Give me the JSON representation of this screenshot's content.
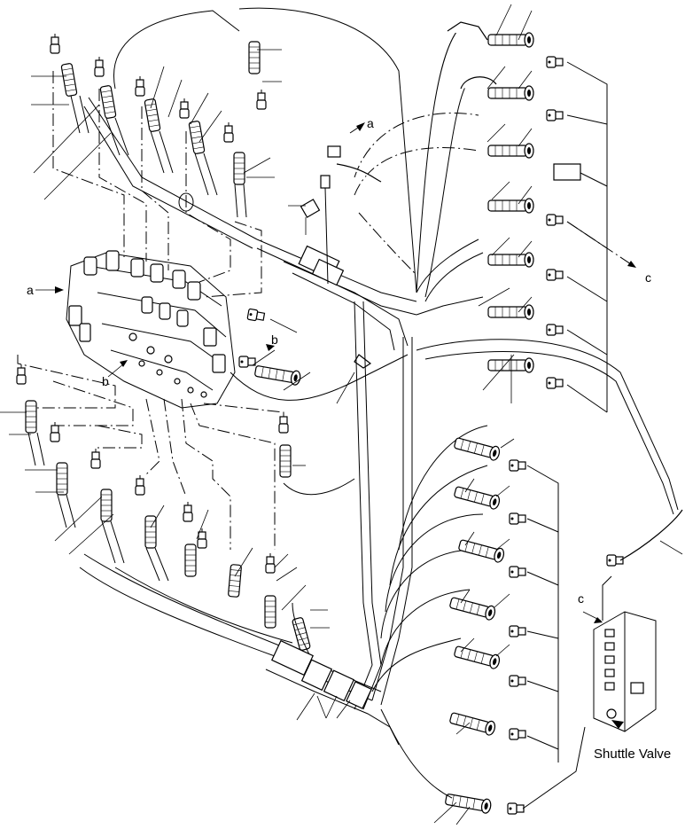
{
  "labels": {
    "a_left": "a",
    "a_top": "a",
    "b_left": "b",
    "b_mid": "b",
    "c_right": "c",
    "c_valve": "c",
    "shuttle_valve": "Shuttle Valve"
  }
}
